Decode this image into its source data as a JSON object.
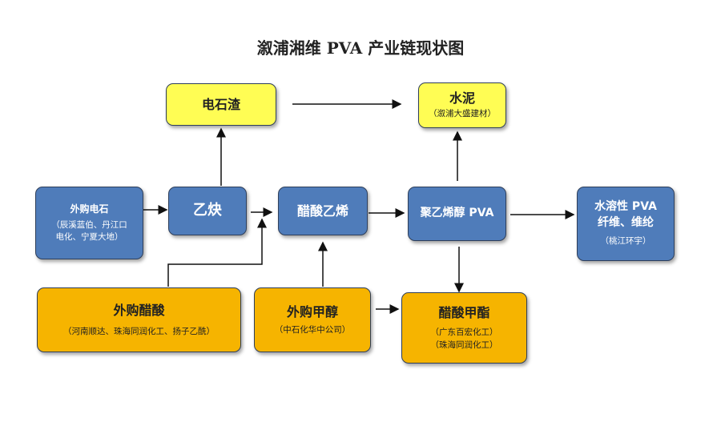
{
  "title": "溆浦湘维 PVA 产业链现状图",
  "nodes": {
    "calcium_carbide_slag": {
      "label": "电石渣"
    },
    "cement": {
      "label": "水泥",
      "sub": "（溆浦大盛建材）"
    },
    "purchased_calcium_carbide": {
      "label": "外购电石",
      "sub1": "（辰溪蓝伯、丹江口",
      "sub2": "电化、宁夏大地）"
    },
    "acetylene": {
      "label": "乙炔"
    },
    "vinyl_acetate": {
      "label": "醋酸乙烯"
    },
    "pva": {
      "label": "聚乙烯醇 PVA"
    },
    "water_soluble_fiber": {
      "label1": "水溶性 PVA",
      "label2": "纤维、维纶",
      "sub": "（桃江环宇）"
    },
    "purchased_acetic_acid": {
      "label": "外购醋酸",
      "sub": "（河南顺达、珠海同润化工、扬子乙酰）"
    },
    "purchased_methanol": {
      "label": "外购甲醇",
      "sub": "（中石化华中公司）"
    },
    "methyl_acetate": {
      "label": "醋酸甲酯",
      "sub1": "（广东百宏化工）",
      "sub2": "（珠海同润化工）"
    }
  },
  "colors": {
    "yellow": "#fffd54",
    "blue": "#4f7cba",
    "orange": "#f6b400",
    "arrow": "#111111"
  }
}
